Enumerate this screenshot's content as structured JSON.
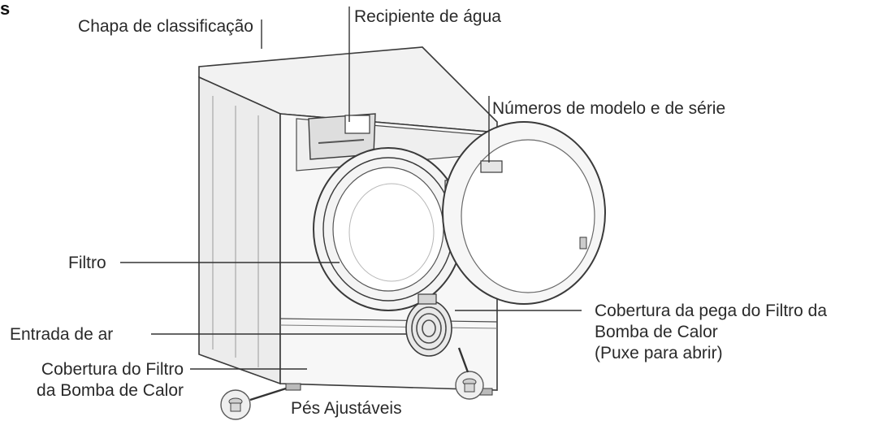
{
  "corner_fragment": "s",
  "labels": {
    "rating_plate": "Chapa de classificação",
    "water_container": "Recipiente de água",
    "model_serial": "Números de modelo e de série",
    "filter": "Filtro",
    "air_inlet": "Entrada de ar",
    "filter_cover_line1": "Cobertura do Filtro",
    "filter_cover_line2": "da Bomba de Calor",
    "handle_cover_line1": "Cobertura da pega do Filtro da",
    "handle_cover_line2": "Bomba de Calor",
    "handle_cover_line3": "(Puxe para abrir)",
    "adjustable_feet": "Pés Ajustáveis"
  },
  "colors": {
    "line": "#333333",
    "outline": "#3a3a3a",
    "body_fill": "#f7f7f7",
    "shade": "#e4e4e4",
    "text": "#2a2a2a"
  }
}
